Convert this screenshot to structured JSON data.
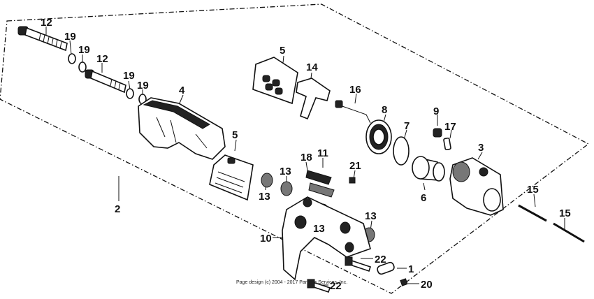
{
  "diagram": {
    "callouts": [
      {
        "id": "c12a",
        "text": "12"
      },
      {
        "id": "c19a",
        "text": "19"
      },
      {
        "id": "c19b",
        "text": "19"
      },
      {
        "id": "c12b",
        "text": "12"
      },
      {
        "id": "c19c",
        "text": "19"
      },
      {
        "id": "c19d",
        "text": "19"
      },
      {
        "id": "c4",
        "text": "4"
      },
      {
        "id": "c2",
        "text": "2"
      },
      {
        "id": "c5a",
        "text": "5"
      },
      {
        "id": "c14",
        "text": "14"
      },
      {
        "id": "c16",
        "text": "16"
      },
      {
        "id": "c8",
        "text": "8"
      },
      {
        "id": "c9",
        "text": "9"
      },
      {
        "id": "c17",
        "text": "17"
      },
      {
        "id": "c7",
        "text": "7"
      },
      {
        "id": "c3",
        "text": "3"
      },
      {
        "id": "c5b",
        "text": "5"
      },
      {
        "id": "c18",
        "text": "18"
      },
      {
        "id": "c11",
        "text": "11"
      },
      {
        "id": "c21",
        "text": "21"
      },
      {
        "id": "c13a",
        "text": "13"
      },
      {
        "id": "c13b",
        "text": "13"
      },
      {
        "id": "c13c",
        "text": "13"
      },
      {
        "id": "c13d",
        "text": "13"
      },
      {
        "id": "c6",
        "text": "6"
      },
      {
        "id": "c15a",
        "text": "15"
      },
      {
        "id": "c15b",
        "text": "15"
      },
      {
        "id": "c10",
        "text": "10"
      },
      {
        "id": "c22a",
        "text": "22"
      },
      {
        "id": "c1",
        "text": "1"
      },
      {
        "id": "c22b",
        "text": "22"
      },
      {
        "id": "c20",
        "text": "20"
      }
    ],
    "copyright": "Page design (c) 2004 - 2017 Partzilla Services, Inc."
  }
}
